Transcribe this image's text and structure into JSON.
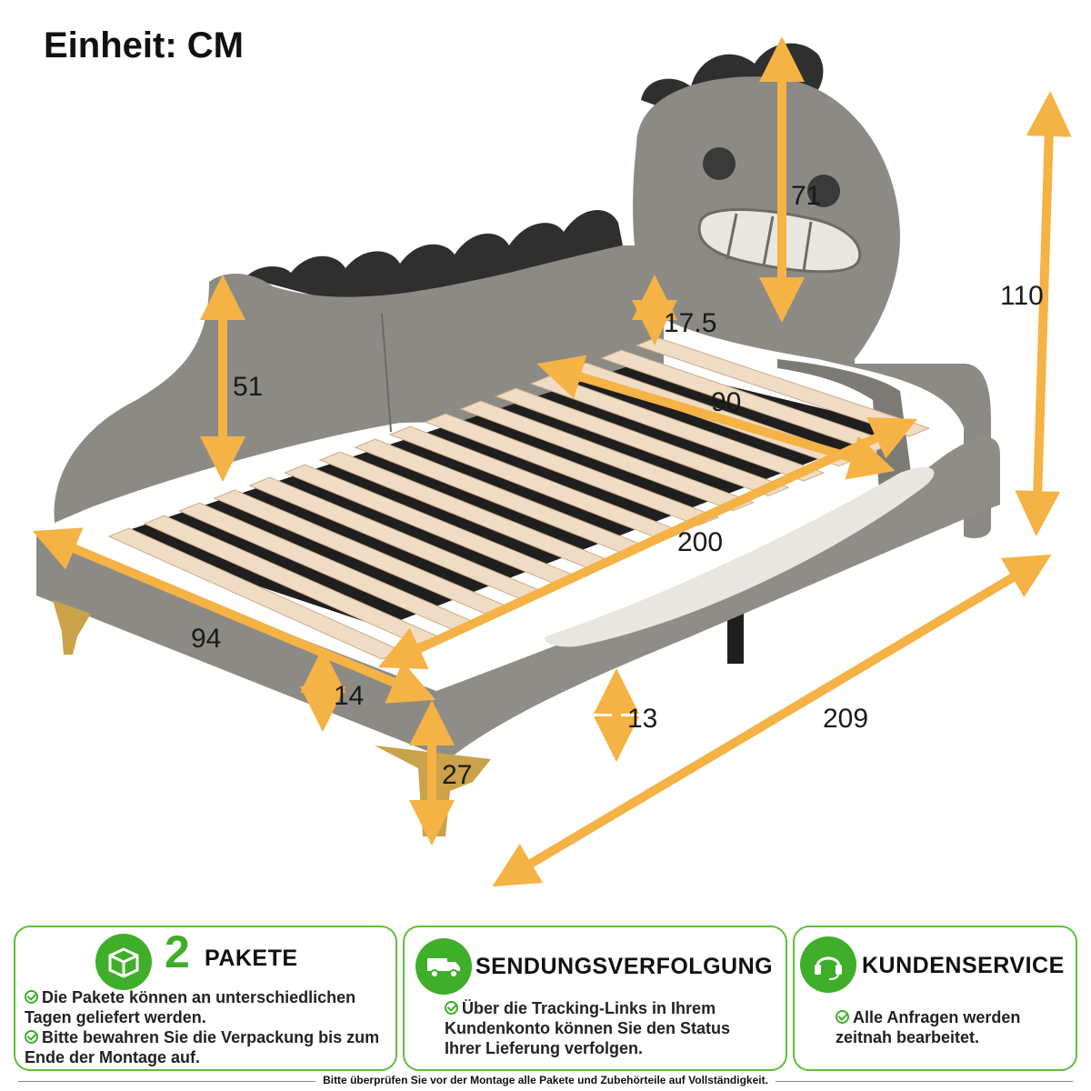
{
  "unit_title": "Einheit: CM",
  "dimensions": {
    "headboard_height": "71",
    "total_height": "110",
    "side_gap": "17.5",
    "side_rail_height": "51",
    "inner_width": "90",
    "inner_length": "200",
    "outer_width": "94",
    "frame_height": "14",
    "under_clearance": "13",
    "outer_length": "209",
    "leg_height": "27"
  },
  "colors": {
    "accent_green": "#3fae2a",
    "arrow_orange": "#f5b245",
    "upholstery_gray": "#8c8a85",
    "spike_dark": "#2f2f2f",
    "slat_wood": "#f0dcc4"
  },
  "panels": {
    "packages": {
      "number": "2",
      "title": "PAKETE",
      "icon": "package-icon",
      "bullets": [
        "Die Pakete können an unterschiedlichen Tagen geliefert werden.",
        "Bitte bewahren Sie die Verpackung bis zum Ende der Montage auf."
      ]
    },
    "tracking": {
      "title": "SENDUNGSVERFOLGUNG",
      "icon": "delivery-truck-icon",
      "bullets": [
        "Über die Tracking-Links in Ihrem Kundenkonto können Sie den Status Ihrer Lieferung verfolgen."
      ]
    },
    "service": {
      "title": "KUNDENSERVICE",
      "icon": "headset-icon",
      "bullets": [
        "Alle Anfragen werden zeitnah bearbeitet."
      ]
    }
  },
  "footer_note": "Bitte überprüfen Sie vor der Montage alle Pakete und Zubehörteile auf Vollständigkeit."
}
